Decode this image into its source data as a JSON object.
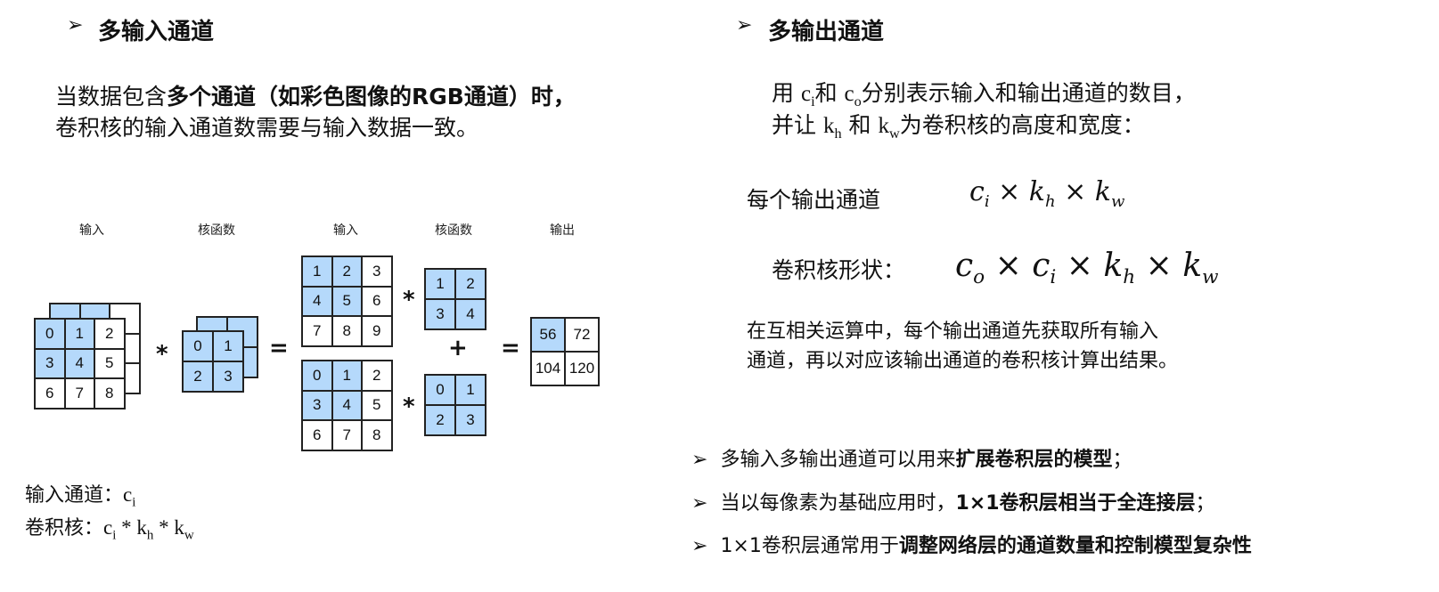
{
  "left": {
    "heading": "多输入通道",
    "bullet": "➢",
    "intro_1a": "当数据包含",
    "intro_1b": "多个通道（如彩色图像的RGB通道）时，",
    "intro_2": "卷积核的输入通道数需要与输入数据一致。",
    "labels": [
      "输入",
      "核函数",
      "输入",
      "核函数",
      "输出"
    ],
    "ops": {
      "star": "*",
      "equals": "=",
      "plus": "+"
    },
    "grids": {
      "input_front": [
        [
          0,
          1,
          2
        ],
        [
          3,
          4,
          5
        ],
        [
          6,
          7,
          8
        ]
      ],
      "input_back": [
        [
          1,
          2,
          3
        ],
        [
          4,
          5,
          6
        ],
        [
          7,
          8,
          9
        ]
      ],
      "kernel_front": [
        [
          0,
          1
        ],
        [
          2,
          3
        ]
      ],
      "kernel_back": [
        [
          1,
          2
        ],
        [
          3,
          4
        ]
      ],
      "output": [
        [
          56,
          72
        ],
        [
          104,
          120
        ]
      ]
    },
    "note_in_label": "输入通道：",
    "note_kernel_label": "卷积核：",
    "c": "c",
    "i": "i",
    "k": "k",
    "h": "h",
    "w": "w",
    "times": " * "
  },
  "right": {
    "heading": "多输出通道",
    "desc1_a": "用 ",
    "desc1_b": "和 ",
    "desc1_c": "分别表示输入和输出通道的数目，",
    "desc2_a": "并让 ",
    "desc2_b": " 和 ",
    "desc2_c": "为卷积核的高度和宽度：",
    "per_output_label": "每个输出通道",
    "shape_label": "卷积核形状：",
    "o": "o",
    "x": " × ",
    "para1": "在互相关运算中，每个输出通道先获取所有输入",
    "para2": "通道，再以对应该输出通道的卷积核计算出结果。"
  },
  "bottom": [
    {
      "plain": "多输入多输出通道可以用来",
      "bold": "扩展卷积层的模型",
      "tail": "；"
    },
    {
      "plain": "当以每像素为基础应用时，",
      "bold": "1×1卷积层相当于全连接层",
      "tail": "；"
    },
    {
      "plain": "1×1卷积层通常用于",
      "bold": "调整网络层的通道数量和控制模型复杂性",
      "tail": ""
    }
  ],
  "colors": {
    "highlight": "#b5d9fb"
  }
}
